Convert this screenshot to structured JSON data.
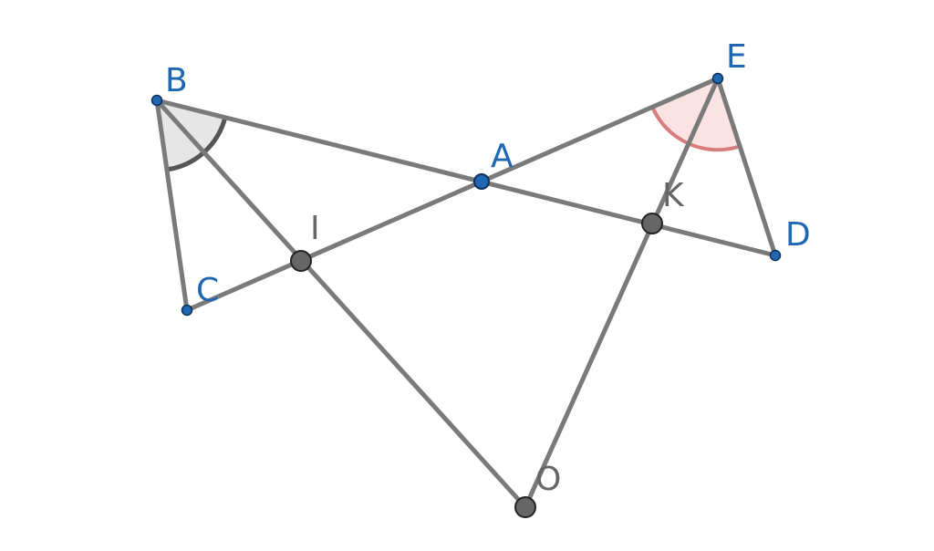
{
  "diagram": {
    "points": {
      "B": {
        "label": "B"
      },
      "C": {
        "label": "C"
      },
      "A": {
        "label": "A"
      },
      "E": {
        "label": "E"
      },
      "D": {
        "label": "D"
      },
      "I": {
        "label": "I"
      },
      "K": {
        "label": "K"
      },
      "O": {
        "label": "O"
      }
    },
    "segments": [
      [
        "B",
        "D"
      ],
      [
        "C",
        "E"
      ],
      [
        "B",
        "C"
      ],
      [
        "E",
        "D"
      ],
      [
        "B",
        "O"
      ],
      [
        "E",
        "O"
      ]
    ],
    "angles": [
      {
        "vertex": "B",
        "between": [
          "C",
          "D"
        ],
        "color": "#555555",
        "fill": "#e6e6e6"
      },
      {
        "vertex": "E",
        "between": [
          "C",
          "D"
        ],
        "color": "#d97c7c",
        "fill": "#fbe3e3"
      }
    ],
    "colors": {
      "line": "#7a7a7a",
      "free_point": "#1f66b3",
      "derived_point": "#666666",
      "blue_label": "#1f66b3",
      "gray_label": "#666666"
    }
  }
}
